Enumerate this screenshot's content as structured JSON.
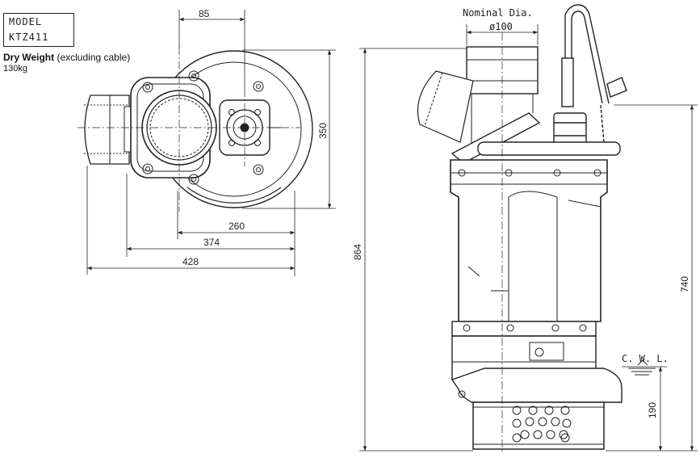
{
  "model": {
    "label": "MODEL",
    "value": "KTZ411"
  },
  "weight": {
    "label": "Dry Weight",
    "note": "(excluding cable)",
    "value": "130kg"
  },
  "top_view": {
    "dims": {
      "d85": "85",
      "d350": "350",
      "d260": "260",
      "d374": "374",
      "d428": "428"
    }
  },
  "side_view": {
    "nominal_label": "Nominal Dia.",
    "nominal_value": "ø100",
    "cwl_label": "C. W. L.",
    "dims": {
      "d864": "864",
      "d740": "740",
      "d190": "190"
    }
  }
}
